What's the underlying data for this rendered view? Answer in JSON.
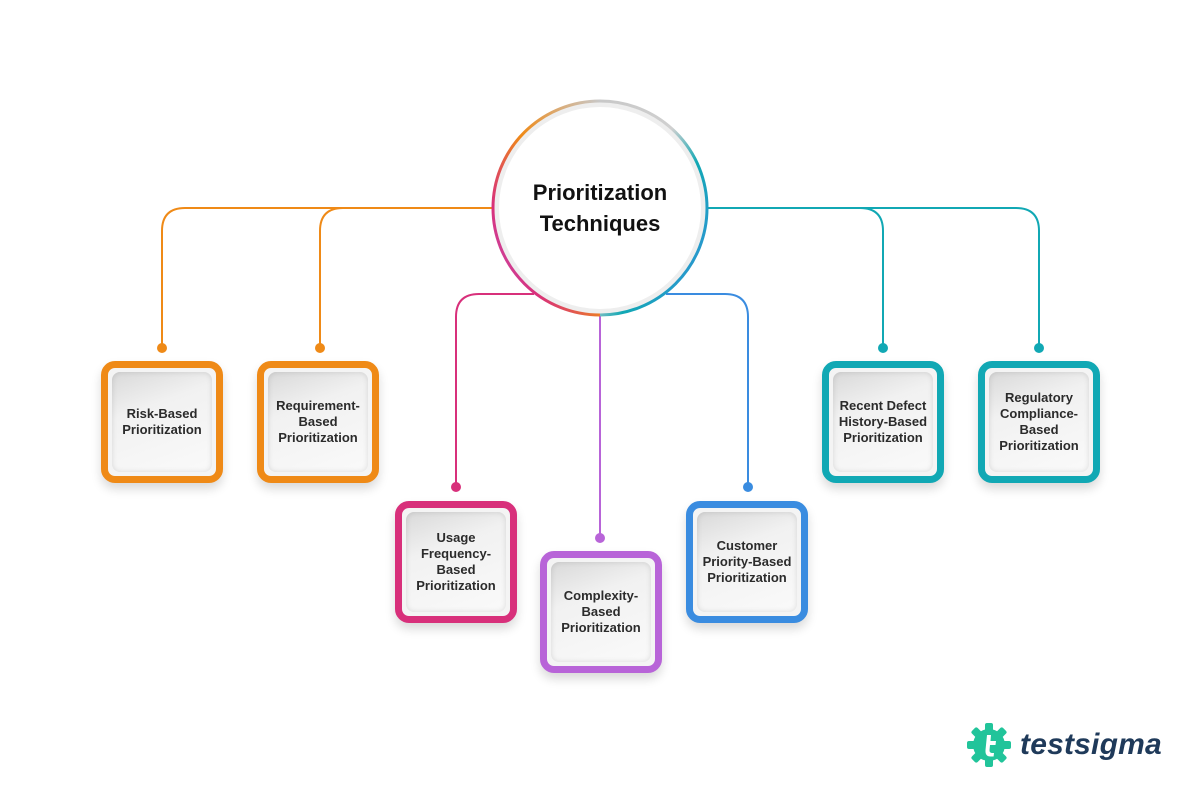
{
  "center": {
    "title": "Prioritization Techniques"
  },
  "techniques": [
    {
      "label": "Risk-Based Prioritization",
      "color": "#ef8a17"
    },
    {
      "label": "Requirement-Based Prioritization",
      "color": "#ef8a17"
    },
    {
      "label": "Usage Frequency-Based Prioritization",
      "color": "#d8307b"
    },
    {
      "label": "Complexity-Based Prioritization",
      "color": "#b864d8"
    },
    {
      "label": "Customer Priority-Based Prioritization",
      "color": "#3a8ce0"
    },
    {
      "label": "Recent Defect History-Based Prioritization",
      "color": "#11a8b4"
    },
    {
      "label": "Regulatory Compliance-Based Prioritization",
      "color": "#11a8b4"
    }
  ],
  "colors": {
    "orange": "#ef8a17",
    "magenta": "#d8307b",
    "purple": "#b864d8",
    "blue": "#3a8ce0",
    "teal": "#11a8b4",
    "logo_green": "#21c49a",
    "logo_text": "#1f3a5a"
  },
  "logo": {
    "text": "testsigma",
    "icon": "testsigma-gear-logo-icon"
  }
}
